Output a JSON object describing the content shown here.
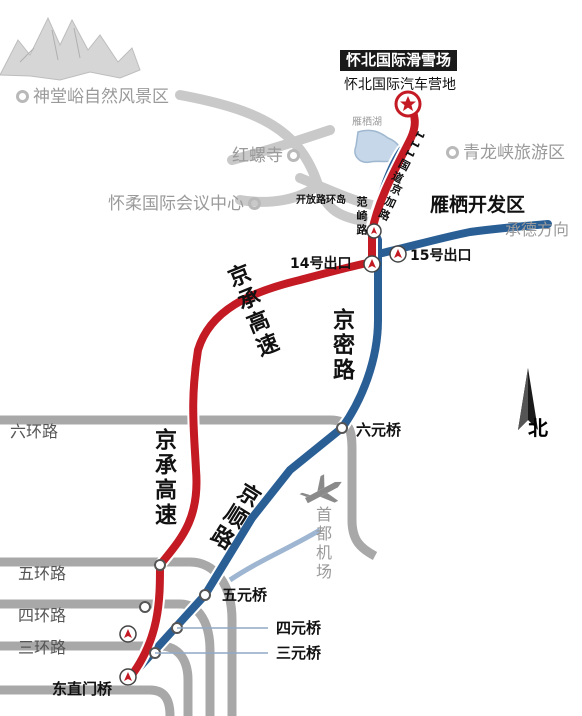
{
  "destination": {
    "title": "怀北国际滑雪场",
    "subtitle": "怀北国际汽车营地"
  },
  "pois": {
    "shentangyu": "神堂峪自然风景区",
    "hongluosi": "红螺寺",
    "qinglongxia": "青龙峡旅游区",
    "huairou_center": "怀柔国际会议中心"
  },
  "water": {
    "yanqi_lake": "雁栖湖"
  },
  "areas": {
    "yanqi_dev_zone": "雁栖开发区"
  },
  "directions": {
    "chengde": "承德方向",
    "north": "北"
  },
  "roads": {
    "jingcheng_upper": "京承高速",
    "jingcheng_lower": "京承高速",
    "jingmi": "京密路",
    "jingshun": "京顺路",
    "national_111": "111国道",
    "jingjia": "京加路",
    "fanqi": "范崎路",
    "kaifang_ring": "开放路环岛",
    "airport": "首都机场"
  },
  "rings": {
    "sixth": "六环路",
    "fifth": "五环路",
    "fourth": "四环路",
    "third": "三环路"
  },
  "exits": {
    "exit14": "14号出口",
    "exit15": "15号出口"
  },
  "bridges": {
    "liuyuan": "六元桥",
    "wuyuan": "五元桥",
    "siyuan": "四元桥",
    "sanyuan": "三元桥",
    "dongzhimen": "东直门桥"
  },
  "colors": {
    "jingcheng_red": "#c41a24",
    "jingmi_blue": "#2a5f96",
    "ring_grey": "#a8a8a8",
    "poi_grey": "#9a9a9a"
  },
  "icons": {
    "destination": "star-icon",
    "highway_node": "highway-junction-icon",
    "road_node": "road-node-icon",
    "poi": "poi-circle-icon",
    "airport": "airplane-icon",
    "compass": "north-arrow-icon",
    "mountain": "mountain-brush-icon"
  }
}
